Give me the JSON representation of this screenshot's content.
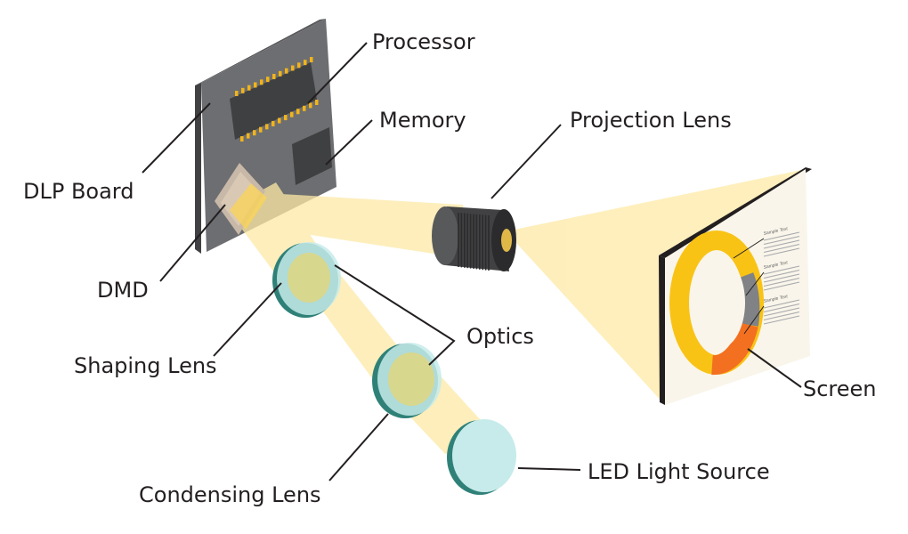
{
  "labels": {
    "processor": "Processor",
    "memory": "Memory",
    "projection_lens": "Projection Lens",
    "dlp_board": "DLP Board",
    "dmd": "DMD",
    "optics": "Optics",
    "shaping_lens": "Shaping Lens",
    "screen": "Screen",
    "condensing_lens": "Condensing Lens",
    "led_light_source": "LED Light Source"
  },
  "screen_content": {
    "sample_text_1": "Sample Text",
    "sample_text_2": "Sample Text",
    "sample_text_3": "Sample Text"
  },
  "colors": {
    "board": "#6d6e71",
    "beam": "#fde9a6",
    "lens_glass": "#c6ebea",
    "lens_rim": "#2f8178",
    "chip_pins": "#f2b419",
    "donut_yellow": "#f9c316",
    "donut_orange": "#f37020",
    "donut_gray": "#808285",
    "screen_face": "#f9f5ea"
  }
}
